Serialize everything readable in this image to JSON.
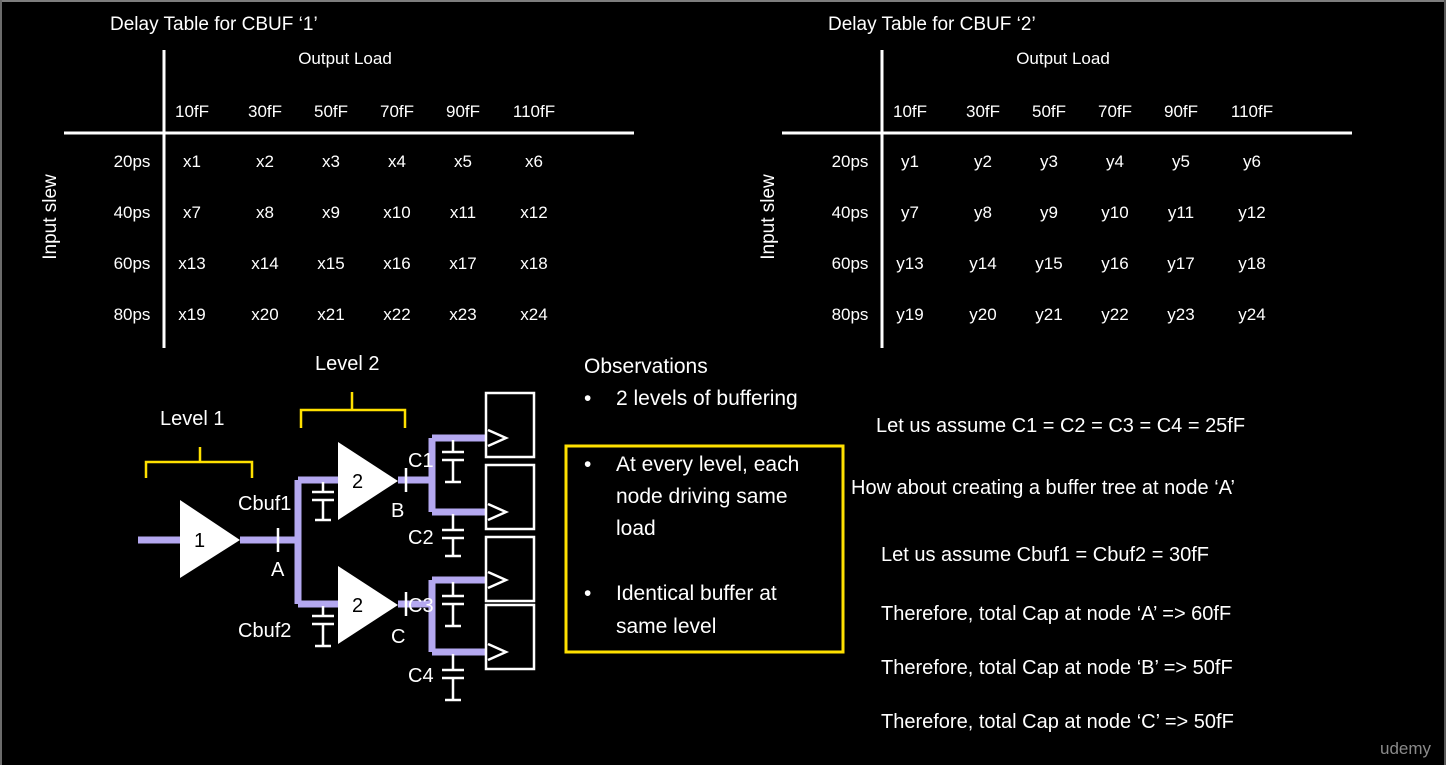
{
  "tables": [
    {
      "title": "Delay Table for CBUF ‘1’",
      "col_group_label": "Output Load",
      "row_axis_label": "Input slew",
      "columns": [
        "10fF",
        "30fF",
        "50fF",
        "70fF",
        "90fF",
        "110fF"
      ],
      "rows": [
        {
          "label": "20ps",
          "cells": [
            "x1",
            "x2",
            "x3",
            "x4",
            "x5",
            "x6"
          ]
        },
        {
          "label": "40ps",
          "cells": [
            "x7",
            "x8",
            "x9",
            "x10",
            "x11",
            "x12"
          ]
        },
        {
          "label": "60ps",
          "cells": [
            "x13",
            "x14",
            "x15",
            "x16",
            "x17",
            "x18"
          ]
        },
        {
          "label": "80ps",
          "cells": [
            "x19",
            "x20",
            "x21",
            "x22",
            "x23",
            "x24"
          ]
        }
      ]
    },
    {
      "title": "Delay Table for CBUF ‘2’",
      "col_group_label": "Output Load",
      "row_axis_label": "Input slew",
      "columns": [
        "10fF",
        "30fF",
        "50fF",
        "70fF",
        "90fF",
        "110fF"
      ],
      "rows": [
        {
          "label": "20ps",
          "cells": [
            "y1",
            "y2",
            "y3",
            "y4",
            "y5",
            "y6"
          ]
        },
        {
          "label": "40ps",
          "cells": [
            "y7",
            "y8",
            "y9",
            "y10",
            "y11",
            "y12"
          ]
        },
        {
          "label": "60ps",
          "cells": [
            "y13",
            "y14",
            "y15",
            "y16",
            "y17",
            "y18"
          ]
        },
        {
          "label": "80ps",
          "cells": [
            "y19",
            "y20",
            "y21",
            "y22",
            "y23",
            "y24"
          ]
        }
      ]
    }
  ],
  "circuit": {
    "level1_label": "Level 1",
    "level2_label": "Level 2",
    "buf1_label": "1",
    "buf2a_label": "2",
    "buf2b_label": "2",
    "node_a": "A",
    "node_b": "B",
    "node_c": "C",
    "cbuf1": "Cbuf1",
    "cbuf2": "Cbuf2",
    "c1": "C1",
    "c2": "C2",
    "c3": "C3",
    "c4": "C4",
    "wire_color": "#b4a8f0",
    "bracket_color": "#ffe000"
  },
  "observations": {
    "heading": "Observations",
    "bullet1": "2 levels of buffering",
    "boxed_bullets": [
      [
        "At every level, each",
        "node driving same",
        "load"
      ],
      [
        "Identical buffer at",
        "same level"
      ]
    ],
    "box_color": "#ffe000"
  },
  "assumptions": [
    "Let us assume C1 = C2 = C3 = C4 = 25fF",
    "How about creating a buffer tree at node ‘A’",
    "Let us assume Cbuf1 = Cbuf2 = 30fF",
    "Therefore, total Cap at node ‘A’  => 60fF",
    "Therefore, total Cap at node ‘B’  => 50fF",
    "Therefore, total Cap at node ‘C’  => 50fF"
  ],
  "watermark": "udemy"
}
